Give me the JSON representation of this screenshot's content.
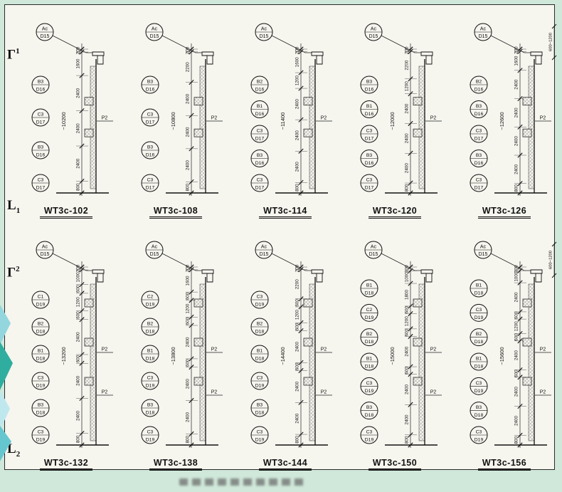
{
  "page": {
    "background": "#cfe8d9",
    "paper": "#f6f5ee",
    "line_color": "#111111"
  },
  "corner_marks": [
    {
      "glyph": "Γ",
      "num": "1"
    },
    {
      "glyph": "L",
      "num": "1"
    },
    {
      "glyph": "Γ",
      "num": "2"
    },
    {
      "glyph": "L",
      "num": "2"
    }
  ],
  "rows": [
    {
      "panels": [
        {
          "title": "WT3c-102",
          "top_callout": {
            "top": "Ac",
            "bottom": "D15"
          },
          "callouts": [
            {
              "top": "B3",
              "bottom": "D16"
            },
            {
              "top": "C3",
              "bottom": "D17"
            },
            {
              "top": "B3",
              "bottom": "D16"
            },
            {
              "top": "C3",
              "bottom": "D17"
            }
          ],
          "dims": [
            "200",
            "1600",
            "2400",
            "2400",
            "2400",
            "800"
          ],
          "overall": "~10200",
          "p2": [
            "P2"
          ]
        },
        {
          "title": "WT3c-108",
          "top_callout": {
            "top": "Ac",
            "bottom": "D15"
          },
          "callouts": [
            {
              "top": "B3",
              "bottom": "D16"
            },
            {
              "top": "C3",
              "bottom": "D17"
            },
            {
              "top": "B3",
              "bottom": "D16"
            },
            {
              "top": "C3",
              "bottom": "D17"
            }
          ],
          "dims": [
            "200",
            "2200",
            "2400",
            "2400",
            "2400",
            "800"
          ],
          "overall": "~10800",
          "p2": [
            "P2"
          ]
        },
        {
          "title": "WT3c-114",
          "top_callout": {
            "top": "Ac",
            "bottom": "D15"
          },
          "callouts": [
            {
              "top": "B2",
              "bottom": "D16"
            },
            {
              "top": "B1",
              "bottom": "D16"
            },
            {
              "top": "C3",
              "bottom": "D17"
            },
            {
              "top": "B3",
              "bottom": "D16"
            },
            {
              "top": "C3",
              "bottom": "D17"
            }
          ],
          "dims": [
            "200",
            "1600",
            "1200",
            "2400",
            "2400",
            "2400",
            "800"
          ],
          "overall": "~11400",
          "p2": [
            "P2"
          ]
        },
        {
          "title": "WT3c-120",
          "top_callout": {
            "top": "Ac",
            "bottom": "D15"
          },
          "callouts": [
            {
              "top": "B3",
              "bottom": "D16"
            },
            {
              "top": "B1",
              "bottom": "D16"
            },
            {
              "top": "C3",
              "bottom": "D17"
            },
            {
              "top": "B3",
              "bottom": "D16"
            },
            {
              "top": "C3",
              "bottom": "D17"
            }
          ],
          "dims": [
            "200",
            "2200",
            "1200",
            "2400",
            "2400",
            "2400",
            "800"
          ],
          "overall": "~12000",
          "p2": [
            "P2"
          ]
        },
        {
          "title": "WT3c-126",
          "top_callout": {
            "top": "Ac",
            "bottom": "D15"
          },
          "callouts": [
            {
              "top": "B2",
              "bottom": "D16"
            },
            {
              "top": "B3",
              "bottom": "D16"
            },
            {
              "top": "C3",
              "bottom": "D17"
            },
            {
              "top": "B3",
              "bottom": "D16"
            },
            {
              "top": "C3",
              "bottom": "D17"
            }
          ],
          "dims": [
            "200",
            "1600",
            "2400",
            "2400",
            "2400",
            "2400",
            "800"
          ],
          "overall": "~12600",
          "p2": [
            "P2"
          ],
          "extra_dim": "600~1200"
        }
      ]
    },
    {
      "panels": [
        {
          "title": "WT3c-132",
          "top_callout": {
            "top": "Ac",
            "bottom": "D15"
          },
          "callouts": [
            {
              "top": "C1",
              "bottom": "D19"
            },
            {
              "top": "B2",
              "bottom": "D18"
            },
            {
              "top": "B1",
              "bottom": "D18"
            },
            {
              "top": "C3",
              "bottom": "D19"
            },
            {
              "top": "B3",
              "bottom": "D18"
            },
            {
              "top": "C3",
              "bottom": "D19"
            }
          ],
          "dims": [
            "200",
            "1000",
            "600",
            "1200",
            "600",
            "2400",
            "600",
            "2400",
            "2400",
            "800"
          ],
          "overall": "~13200",
          "p2": [
            "P2",
            "P2"
          ]
        },
        {
          "title": "WT3c-138",
          "top_callout": {
            "top": "Ac",
            "bottom": "D15"
          },
          "callouts": [
            {
              "top": "C2",
              "bottom": "D19"
            },
            {
              "top": "B2",
              "bottom": "D18"
            },
            {
              "top": "B1",
              "bottom": "D18"
            },
            {
              "top": "C3",
              "bottom": "D19"
            },
            {
              "top": "B3",
              "bottom": "D18"
            },
            {
              "top": "C3",
              "bottom": "D19"
            }
          ],
          "dims": [
            "200",
            "1600",
            "600",
            "1200",
            "600",
            "2400",
            "600",
            "2400",
            "2400",
            "800"
          ],
          "overall": "~13800",
          "p2": [
            "P2",
            "P2"
          ]
        },
        {
          "title": "WT3c-144",
          "top_callout": {
            "top": "Ac",
            "bottom": "D15"
          },
          "callouts": [
            {
              "top": "C3",
              "bottom": "D19"
            },
            {
              "top": "B2",
              "bottom": "D18"
            },
            {
              "top": "B1",
              "bottom": "D18"
            },
            {
              "top": "C3",
              "bottom": "D19"
            },
            {
              "top": "B3",
              "bottom": "D18"
            },
            {
              "top": "C3",
              "bottom": "D19"
            }
          ],
          "dims": [
            "200",
            "2200",
            "600",
            "1200",
            "600",
            "2400",
            "600",
            "2400",
            "2400",
            "800"
          ],
          "overall": "~14400",
          "p2": [
            "P2",
            "P2"
          ]
        },
        {
          "title": "WT3c-150",
          "top_callout": {
            "top": "Ac",
            "bottom": "D15"
          },
          "callouts": [
            {
              "top": "B1",
              "bottom": "D18"
            },
            {
              "top": "C2",
              "bottom": "D19"
            },
            {
              "top": "B2",
              "bottom": "D18"
            },
            {
              "top": "B1",
              "bottom": "D18"
            },
            {
              "top": "C3",
              "bottom": "D19"
            },
            {
              "top": "B3",
              "bottom": "D18"
            },
            {
              "top": "C3",
              "bottom": "D19"
            }
          ],
          "dims": [
            "300",
            "1000",
            "1800",
            "600",
            "1200",
            "600",
            "2400",
            "600",
            "2400",
            "2400",
            "800"
          ],
          "overall": "~15000",
          "p2": [
            "P2",
            "P2"
          ]
        },
        {
          "title": "WT3c-156",
          "top_callout": {
            "top": "Ac",
            "bottom": "D15"
          },
          "callouts": [
            {
              "top": "B1",
              "bottom": "D18"
            },
            {
              "top": "C3",
              "bottom": "D19"
            },
            {
              "top": "B2",
              "bottom": "D18"
            },
            {
              "top": "B1",
              "bottom": "D18"
            },
            {
              "top": "C3",
              "bottom": "D19"
            },
            {
              "top": "B3",
              "bottom": "D18"
            },
            {
              "top": "C3",
              "bottom": "D19"
            }
          ],
          "dims": [
            "300",
            "1000",
            "2400",
            "600",
            "1200",
            "600",
            "2400",
            "600",
            "2400",
            "2400",
            "800"
          ],
          "overall": "~15600",
          "p2": [
            "P2",
            "P2"
          ],
          "extra_dim": "600~1200"
        }
      ]
    }
  ]
}
